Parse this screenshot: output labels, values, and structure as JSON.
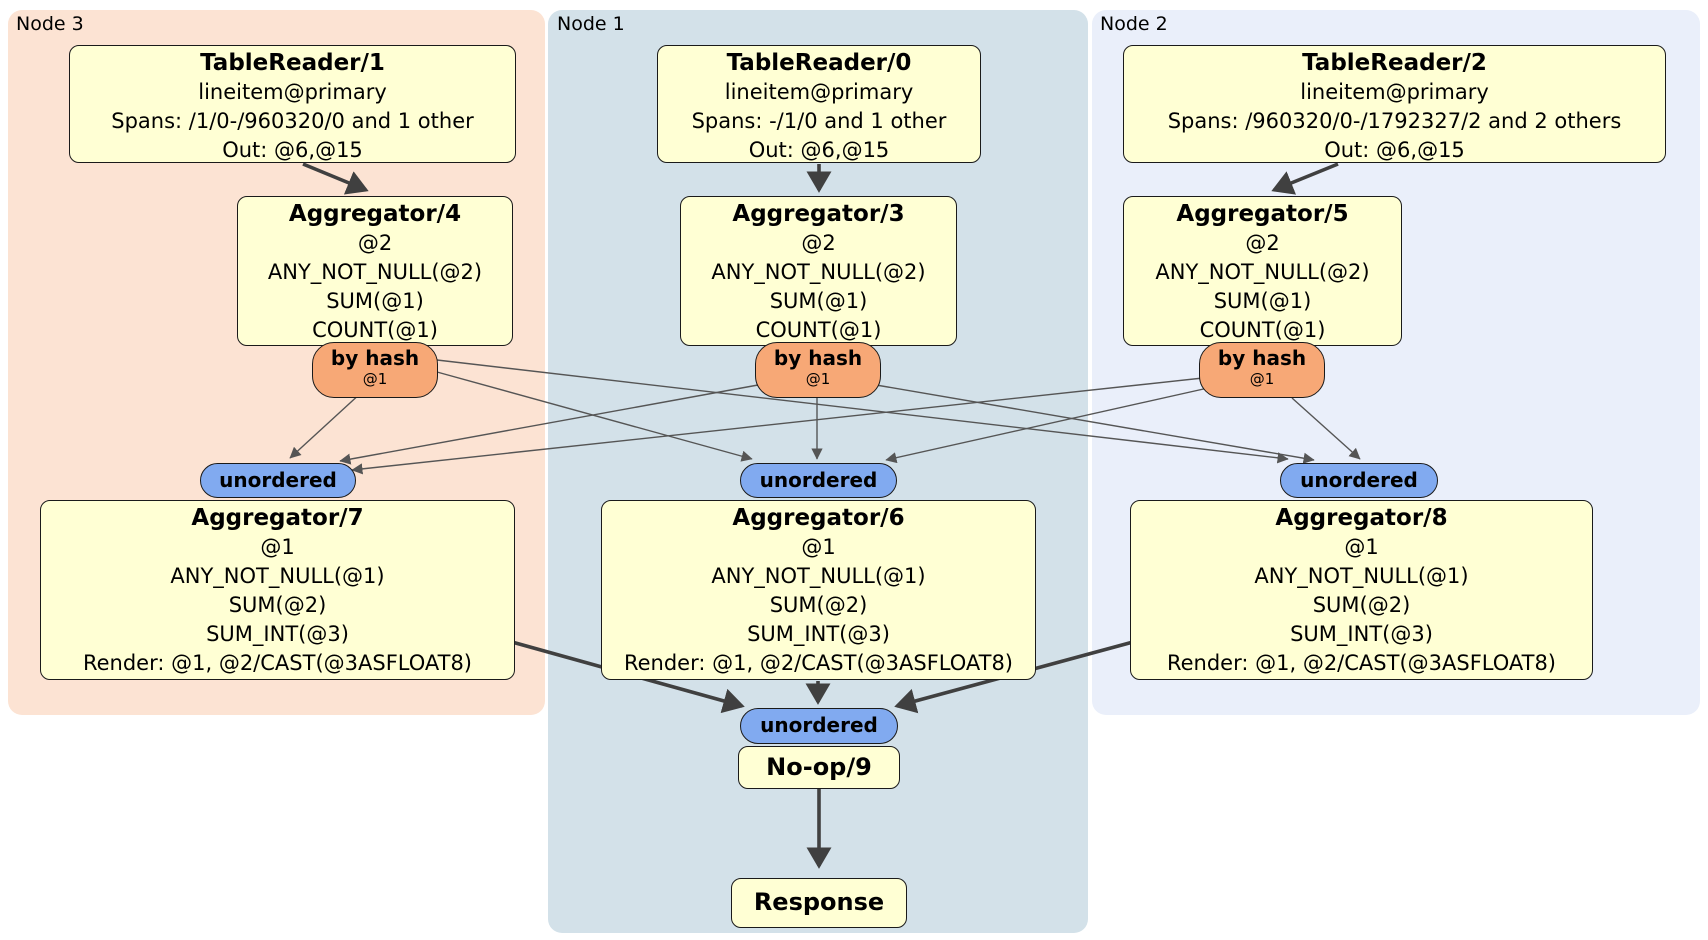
{
  "regions": {
    "node3": {
      "label": "Node 3"
    },
    "node1": {
      "label": "Node 1"
    },
    "node2": {
      "label": "Node 2"
    }
  },
  "processors": {
    "tablereader1": {
      "title": "TableReader/1",
      "lines": [
        "lineitem@primary",
        "Spans: /1/0-/960320/0 and 1 other",
        "Out: @6,@15"
      ]
    },
    "tablereader0": {
      "title": "TableReader/0",
      "lines": [
        "lineitem@primary",
        "Spans: -/1/0 and 1 other",
        "Out: @6,@15"
      ]
    },
    "tablereader2": {
      "title": "TableReader/2",
      "lines": [
        "lineitem@primary",
        "Spans: /960320/0-/1792327/2 and 2 others",
        "Out: @6,@15"
      ]
    },
    "aggregator4": {
      "title": "Aggregator/4",
      "lines": [
        "@2",
        "ANY_NOT_NULL(@2)",
        "SUM(@1)",
        "COUNT(@1)"
      ]
    },
    "aggregator3": {
      "title": "Aggregator/3",
      "lines": [
        "@2",
        "ANY_NOT_NULL(@2)",
        "SUM(@1)",
        "COUNT(@1)"
      ]
    },
    "aggregator5": {
      "title": "Aggregator/5",
      "lines": [
        "@2",
        "ANY_NOT_NULL(@2)",
        "SUM(@1)",
        "COUNT(@1)"
      ]
    },
    "aggregator7": {
      "title": "Aggregator/7",
      "lines": [
        "@1",
        "ANY_NOT_NULL(@1)",
        "SUM(@2)",
        "SUM_INT(@3)",
        "Render: @1, @2/CAST(@3ASFLOAT8)"
      ]
    },
    "aggregator6": {
      "title": "Aggregator/6",
      "lines": [
        "@1",
        "ANY_NOT_NULL(@1)",
        "SUM(@2)",
        "SUM_INT(@3)",
        "Render: @1, @2/CAST(@3ASFLOAT8)"
      ]
    },
    "aggregator8": {
      "title": "Aggregator/8",
      "lines": [
        "@1",
        "ANY_NOT_NULL(@1)",
        "SUM(@2)",
        "SUM_INT(@3)",
        "Render: @1, @2/CAST(@3ASFLOAT8)"
      ]
    },
    "noop9": {
      "title": "No-op/9"
    },
    "response": {
      "title": "Response"
    }
  },
  "routers": {
    "byhash4": {
      "label": "by hash",
      "sub": "@1"
    },
    "byhash3": {
      "label": "by hash",
      "sub": "@1"
    },
    "byhash5": {
      "label": "by hash",
      "sub": "@1"
    }
  },
  "synchronizers": {
    "unordered7": {
      "label": "unordered"
    },
    "unordered6": {
      "label": "unordered"
    },
    "unordered8": {
      "label": "unordered"
    },
    "unordered9": {
      "label": "unordered"
    }
  },
  "colors": {
    "node3_bg": "#fce3d3",
    "node1_bg": "#d3e1e9",
    "node2_bg": "#eaeffa",
    "box_fill": "#ffffd4",
    "router_fill": "#f7a876",
    "sync_fill": "#81aaf0",
    "thin_edge": "#555555",
    "thick_edge": "#404040"
  }
}
